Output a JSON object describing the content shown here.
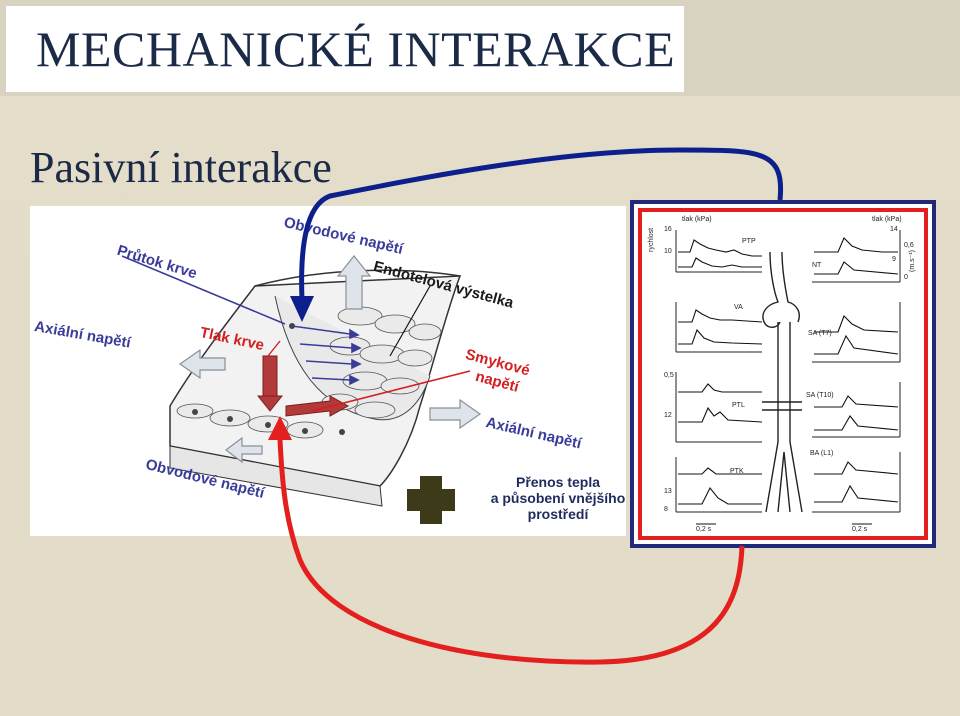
{
  "slide": {
    "title": "MECHANICKÉ INTERAKCE",
    "subtitle": "Pasivní interakce"
  },
  "diagram": {
    "labels": {
      "prutok_krve": "Průtok krve",
      "obvodove_napeti_top": "Obvodové napětí",
      "endotelova_vystelka": "Endotelová výstelka",
      "axialni_napeti_left": "Axiální napětí",
      "tlak_krve": "Tlak krve",
      "smykove_napeti_1": "Smykové",
      "smykove_napeti_2": "napětí",
      "axialni_napeti_right": "Axiální napětí",
      "obvodove_napeti_bottom": "Obvodové napětí"
    }
  },
  "heat_transfer": {
    "line1": "Přenos tepla",
    "line2": "a působení vnějšího",
    "line3": "prostředí"
  },
  "graphs": {
    "labels": {
      "tlak_kpa": "tlak (kPa)",
      "rychlost": "rychlost",
      "rychlost_unit": "(m.s⁻¹)",
      "ptp": "PTP",
      "nt": "NT",
      "va": "VA",
      "sa_t7": "SA (T7)",
      "sa_t10": "SA (T10)",
      "ptl": "PTL",
      "ba_l1": "BA (L1)",
      "ptk": "PTK",
      "scale": "0,2 s",
      "tlak_kpa_short": "tlak (kPa)",
      "v16": "16",
      "v10": "10",
      "v14": "14",
      "v9": "9",
      "v06": "0,6",
      "v05": "0,5",
      "v0": "0",
      "v13": "13",
      "v12": "12",
      "v8": "8"
    }
  },
  "colors": {
    "title": "#1b2a47",
    "blue_arrow": "#0d1f8c",
    "red_arrow": "#e3201e",
    "plus": "#3d3a1a"
  }
}
